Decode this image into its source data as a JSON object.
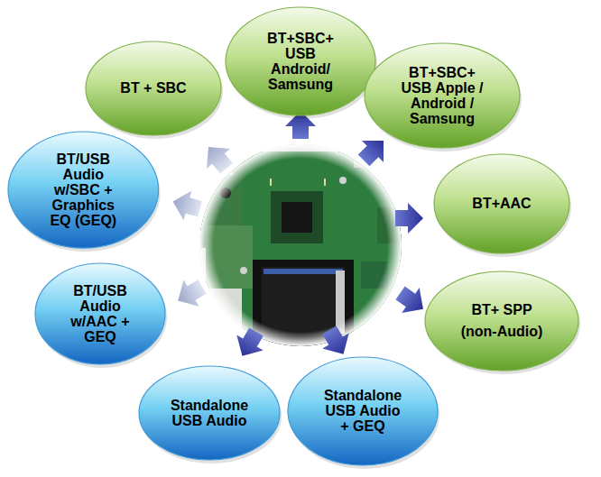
{
  "diagram": {
    "nodes": [
      {
        "text": [
          "BT+SBC+ USB Android/ Samsung"
        ]
      },
      {
        "text": [
          "BT + SBC"
        ]
      },
      {
        "text": [
          "BT+SBC+ USB Apple / Android / Samsung"
        ]
      },
      {
        "text": [
          "BT/USB Audio w/SBC + Graphics EQ (GEQ)"
        ]
      },
      {
        "text": [
          "BT+AAC"
        ]
      },
      {
        "text": [
          "BT/USB Audio w/AAC + GEQ"
        ]
      },
      {
        "text": [
          "BT+ SPP",
          "(non-Audio)"
        ]
      },
      {
        "text": [
          "Standalone USB Audio"
        ]
      },
      {
        "text": [
          "Standalone USB Audio + GEQ"
        ]
      }
    ]
  }
}
